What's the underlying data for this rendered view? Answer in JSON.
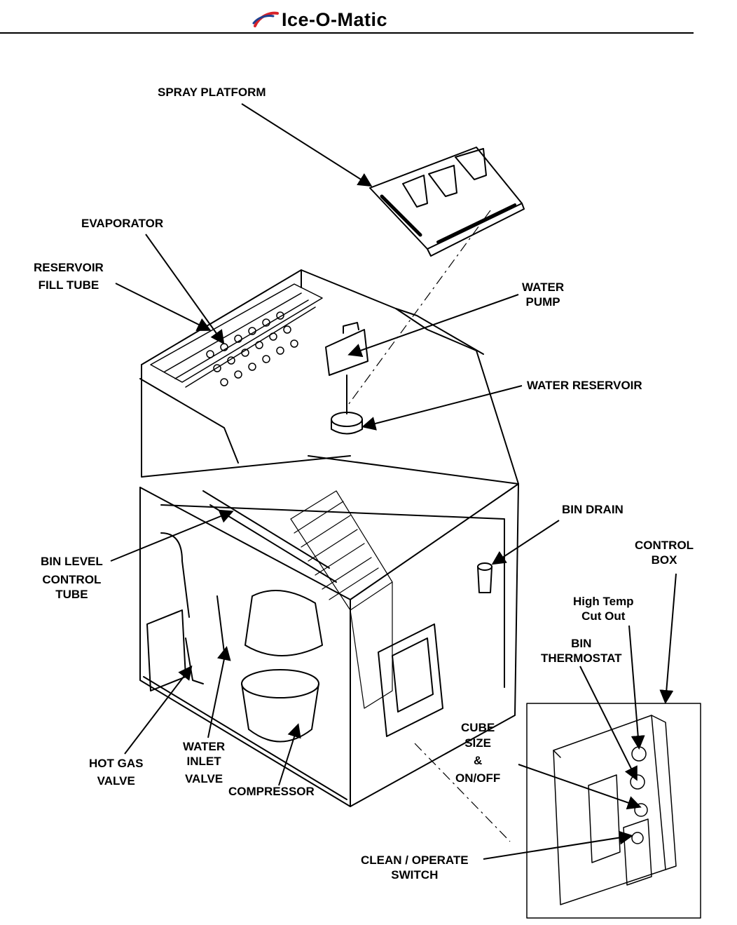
{
  "brand": {
    "name": "Ice-O-Matic"
  },
  "labels": {
    "spray_platform": "SPRAY PLATFORM",
    "evaporator": "EVAPORATOR",
    "reservoir_fill_tube_1": "RESERVOIR",
    "reservoir_fill_tube_2": "FILL TUBE",
    "water_pump_1": "WATER",
    "water_pump_2": "PUMP",
    "water_reservoir": "WATER RESERVOIR",
    "bin_drain": "BIN DRAIN",
    "control_box_1": "CONTROL",
    "control_box_2": "BOX",
    "bin_level_1": "BIN LEVEL",
    "bin_level_2": "CONTROL",
    "bin_level_3": "TUBE",
    "high_temp_1": "High Temp",
    "high_temp_2": "Cut Out",
    "bin_thermostat_1": "BIN",
    "bin_thermostat_2": "THERMOSTAT",
    "cube_size_1": "CUBE",
    "cube_size_2": "SIZE",
    "cube_size_3": "&",
    "cube_size_4": "ON/OFF",
    "hot_gas_1": "HOT GAS",
    "hot_gas_2": "VALVE",
    "water_inlet_1": "WATER",
    "water_inlet_2": "INLET",
    "water_inlet_3": "VALVE",
    "compressor": "COMPRESSOR",
    "clean_operate_1": "CLEAN / OPERATE",
    "clean_operate_2": "SWITCH"
  },
  "colors": {
    "brand_red": "#d8232a",
    "brand_blue": "#1f3f8f",
    "ink": "#000000"
  }
}
